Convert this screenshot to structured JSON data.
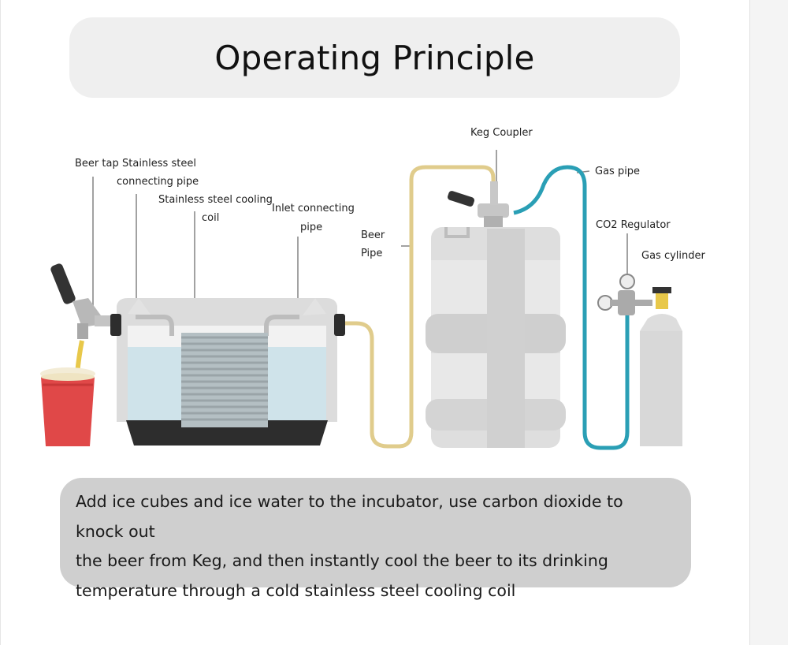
{
  "title": "Operating Principle",
  "labels": {
    "beer_tap": "Beer tap",
    "steel_pipe_1": "Stainless steel",
    "steel_pipe_2": "connecting pipe",
    "cooling_coil_1": "Stainless steel cooling",
    "cooling_coil_2": "coil",
    "inlet_pipe_1": "Inlet connecting",
    "inlet_pipe_2": "pipe",
    "beer_pipe_1": "Beer",
    "beer_pipe_2": "Pipe",
    "keg_coupler": "Keg Coupler",
    "gas_pipe": "Gas pipe",
    "co2_regulator": "CO2 Regulator",
    "gas_cylinder": "Gas cylinder"
  },
  "description": {
    "line1": "Add ice cubes and ice water to the incubator, use carbon dioxide to knock out",
    "line2": "the beer from Keg, and then instantly cool the beer to its drinking",
    "line3": "temperature through a cold stainless steel cooling coil"
  },
  "colors": {
    "beer": "#e8c84a",
    "gas_pipe": "#2a9fb5",
    "cup": "#e04848",
    "water": "#cfe3ea",
    "tank": "#cfcfcf"
  }
}
